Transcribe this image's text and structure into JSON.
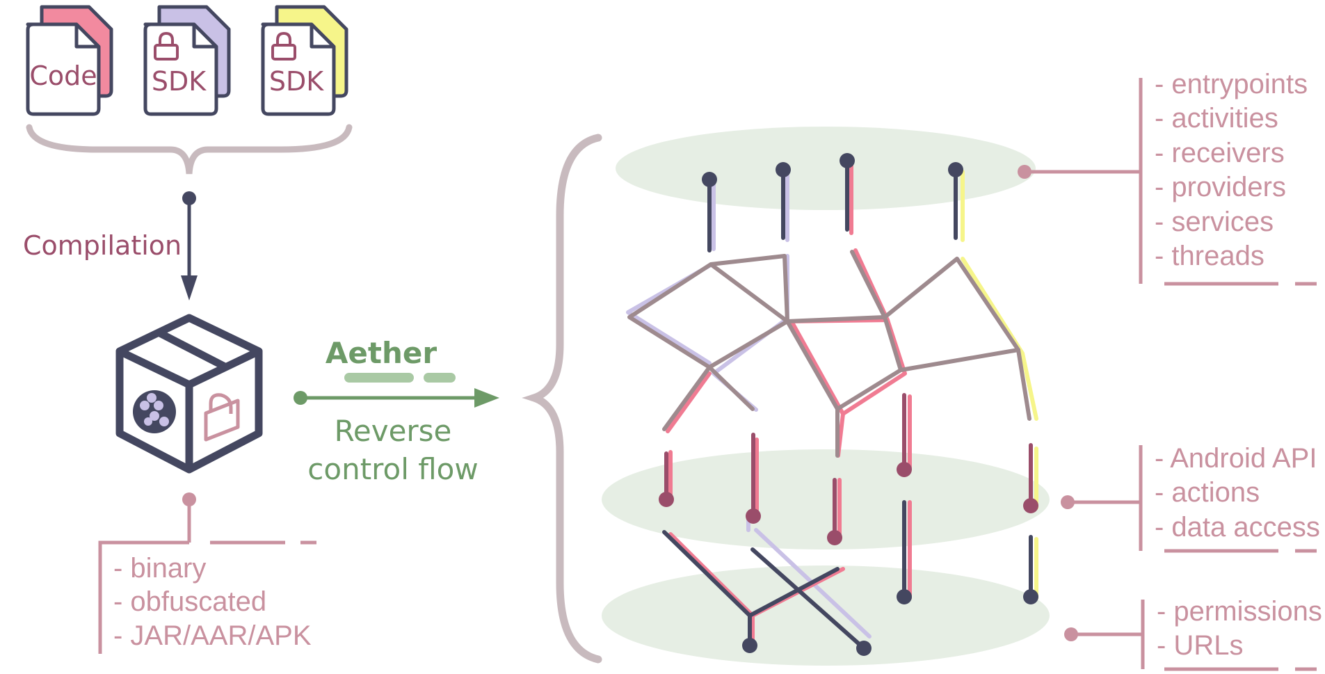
{
  "documents": [
    {
      "label": "Code",
      "accent": "#f28a9f",
      "locked": false
    },
    {
      "label": "SDK",
      "accent": "#c9c1e6",
      "locked": true
    },
    {
      "label": "SDK",
      "accent": "#f6f58a",
      "locked": true
    }
  ],
  "compilation_label": "Compilation",
  "aether_label": "Aether",
  "reverse_label": [
    "Reverse",
    "control flow"
  ],
  "package_properties": [
    "- binary",
    "- obfuscated",
    "- JAR/AAR/APK"
  ],
  "entry_layer": [
    "- entrypoints",
    "- activities",
    "- receivers",
    "- providers",
    "- services",
    "- threads"
  ],
  "api_layer": [
    "- Android API",
    "- actions",
    "- data access"
  ],
  "resource_layer": [
    "- permissions",
    "- URLs"
  ],
  "colors": {
    "navy": "#444760",
    "pink": "#f07b92",
    "lavender": "#c9c1e6",
    "yellow": "#f6f58a",
    "taupe": "#9e8a8e",
    "maroon": "#9a4d6a",
    "mauve": "#c9919f",
    "green": "#6d9a67",
    "greenLight": "#a9c9a4",
    "ellipse": "#e6eee4",
    "brace": "#c8babe"
  }
}
